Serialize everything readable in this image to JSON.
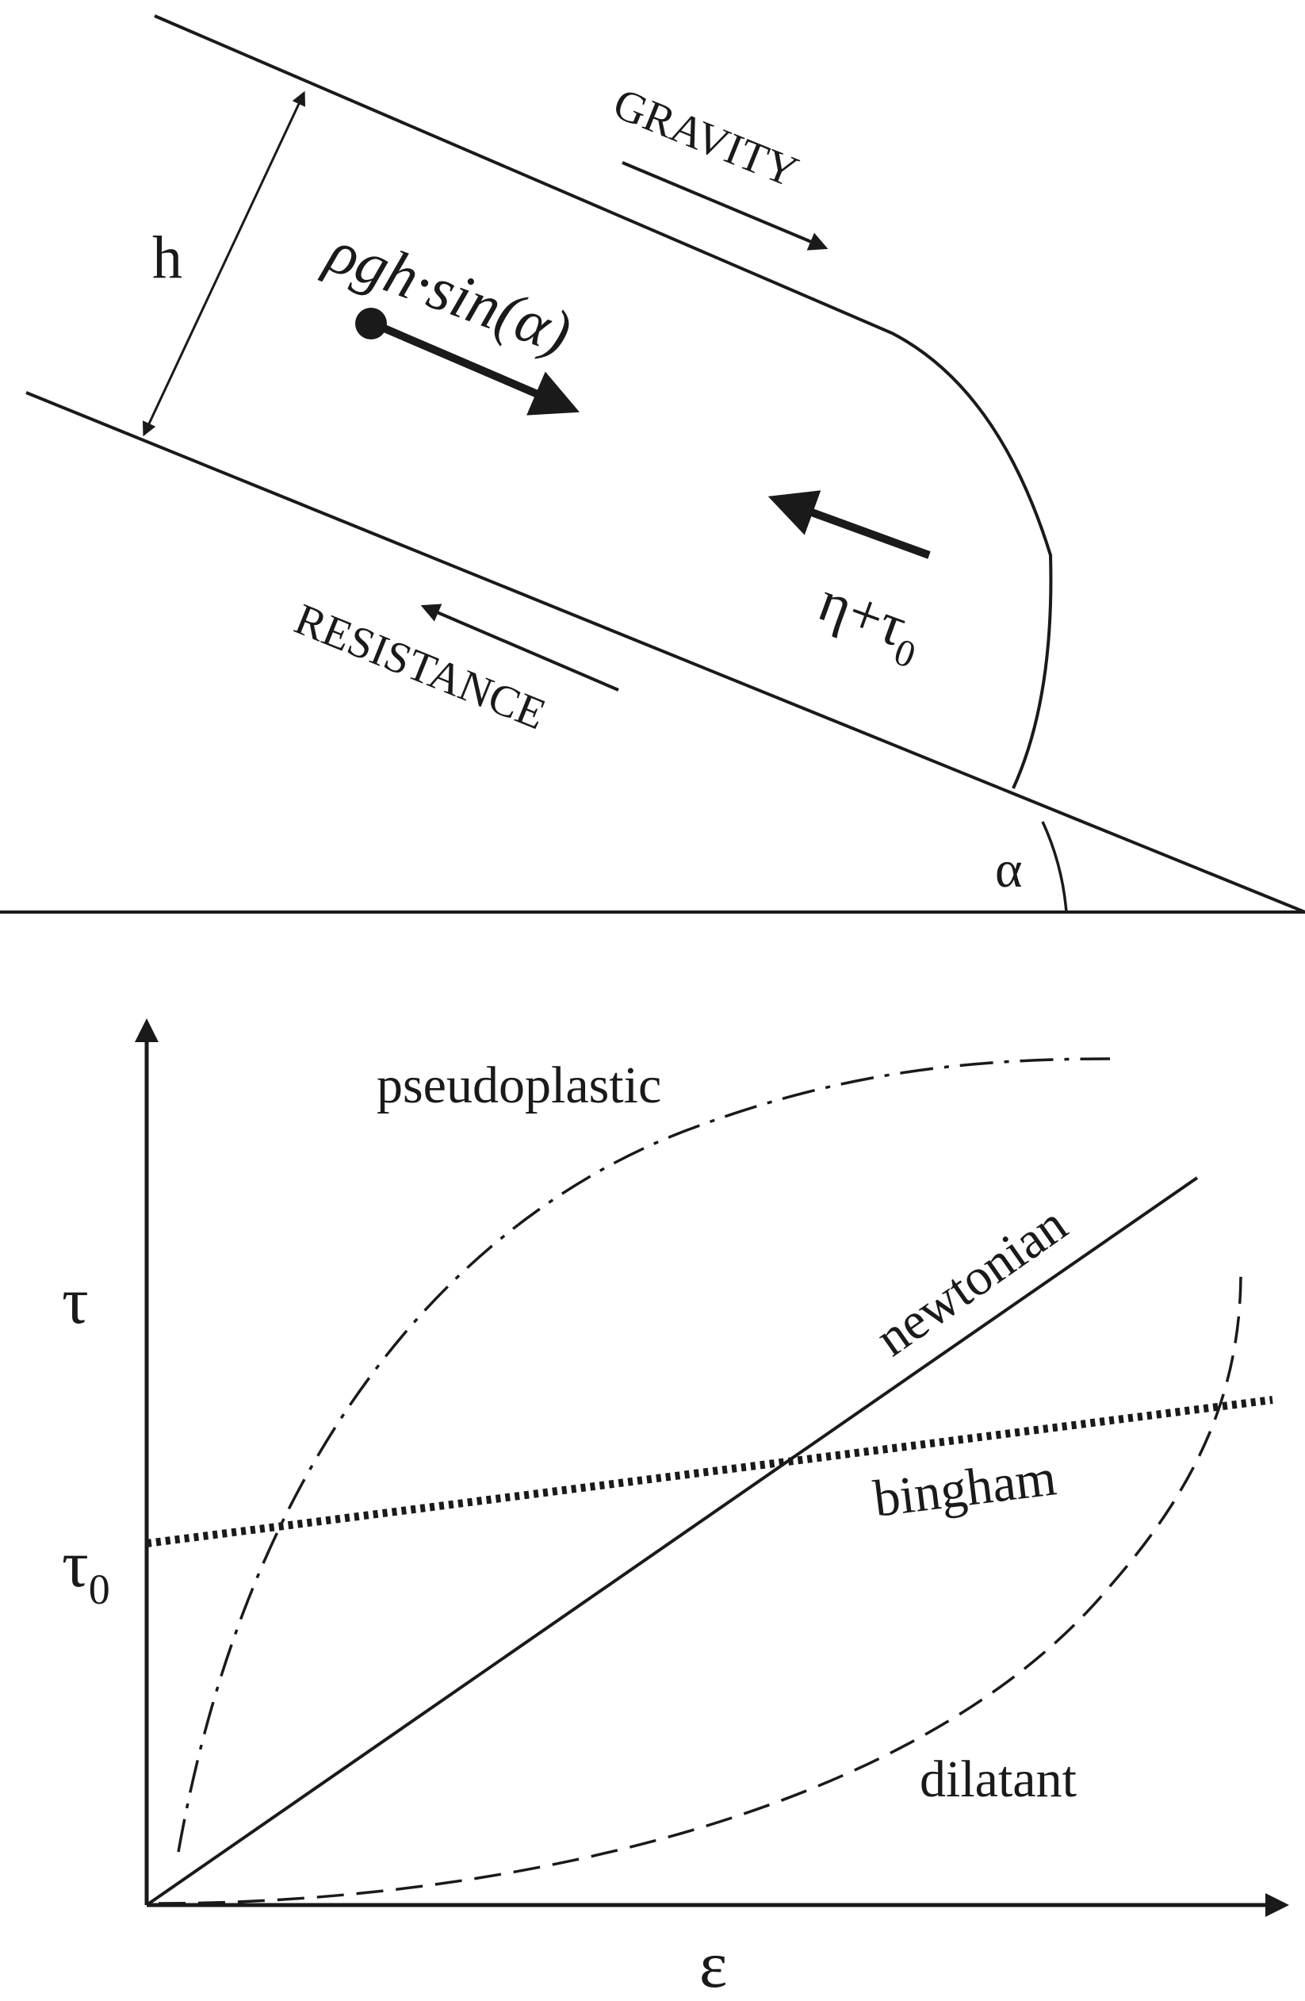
{
  "top_panel": {
    "gravity_label": "GRAVITY",
    "resistance_label": "RESISTANCE",
    "height_symbol": "h",
    "driving_stress": "ρgh·sin(α)",
    "resisting_stress": "η+τ",
    "resisting_stress_subscript": "0",
    "slope_angle": "α"
  },
  "chart_data": {
    "type": "line",
    "ylabel": "τ",
    "xlabel": "ε",
    "y_tick_label": "τ",
    "y_tick_subscript": "0",
    "series": [
      {
        "name": "pseudoplastic",
        "style": "dash-dot",
        "color": "#1a1a1a"
      },
      {
        "name": "newtonian",
        "style": "solid",
        "color": "#1a1a1a"
      },
      {
        "name": "bingham",
        "style": "dotted",
        "color": "#1a1a1a"
      },
      {
        "name": "dilatant",
        "style": "dashed",
        "color": "#1a1a1a"
      }
    ]
  }
}
